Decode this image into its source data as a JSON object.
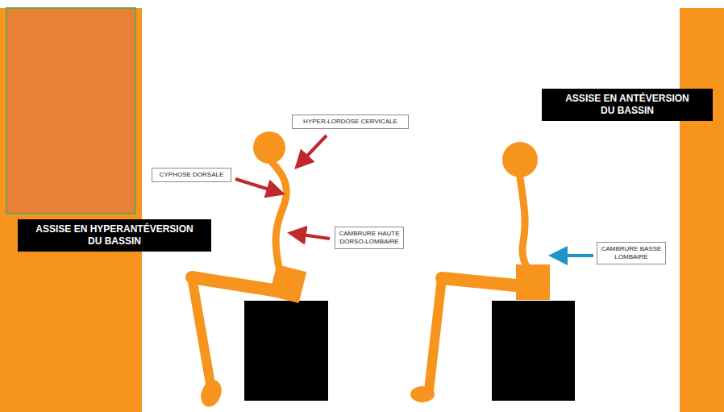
{
  "diagram": {
    "nodes": [
      {
        "text": [
          "ASSISE EN HYPERANTÉVERSION DU BASSIN"
        ]
      },
      {
        "text": [
          "HYPER-LORDOSE CERVICALE"
        ]
      },
      {
        "text": [
          "CYPHOSE DORSALE"
        ]
      },
      {
        "text": [
          "CAMBRURE HAUTE DORSO-LOMBAIRE"
        ]
      },
      {
        "text": [
          "ASSISE EN ANTÉVERSION DU BASSIN"
        ]
      },
      {
        "text": [
          "CAMBRURE BASSE LOMBAIRE"
        ]
      }
    ]
  }
}
